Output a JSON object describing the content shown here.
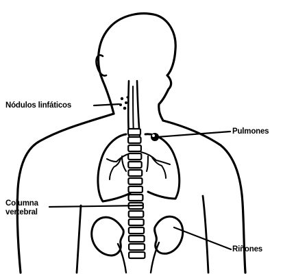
{
  "labels": {
    "lymph_nodes": "Nódulos linfáticos",
    "lungs": "Pulmones",
    "spine_line1": "Columna",
    "spine_line2": "vertebral",
    "kidneys": "Riñones"
  },
  "colors": {
    "ink": "#000000",
    "background": "#ffffff"
  }
}
